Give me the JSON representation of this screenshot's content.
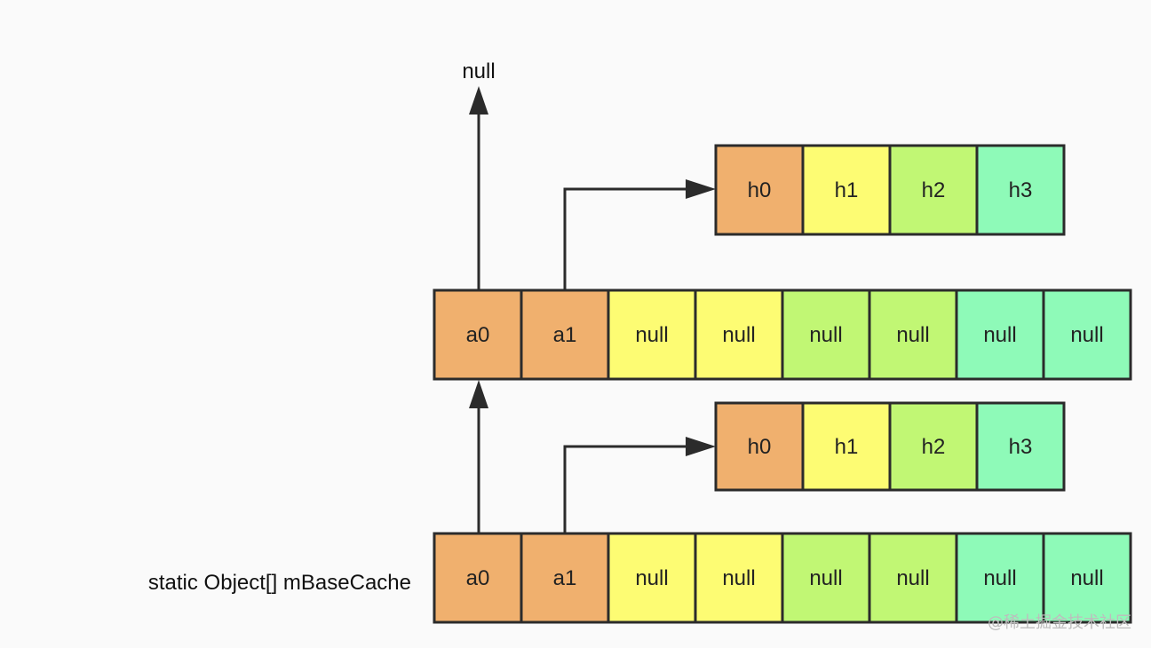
{
  "label": "static Object[] mBaseCache",
  "null_label": "null",
  "colors": {
    "orange": "#f0b06e",
    "yellow": "#fdfc73",
    "lightgreen": "#c1f774",
    "mint": "#8efab8",
    "line": "#2b2b2b"
  },
  "upper_hash_row": [
    {
      "text": "h0",
      "color": "orange"
    },
    {
      "text": "h1",
      "color": "yellow"
    },
    {
      "text": "h2",
      "color": "lightgreen"
    },
    {
      "text": "h3",
      "color": "mint"
    }
  ],
  "upper_array_row": [
    {
      "text": "a0",
      "color": "orange"
    },
    {
      "text": "a1",
      "color": "orange"
    },
    {
      "text": "null",
      "color": "yellow"
    },
    {
      "text": "null",
      "color": "yellow"
    },
    {
      "text": "null",
      "color": "lightgreen"
    },
    {
      "text": "null",
      "color": "lightgreen"
    },
    {
      "text": "null",
      "color": "mint"
    },
    {
      "text": "null",
      "color": "mint"
    }
  ],
  "lower_hash_row": [
    {
      "text": "h0",
      "color": "orange"
    },
    {
      "text": "h1",
      "color": "yellow"
    },
    {
      "text": "h2",
      "color": "lightgreen"
    },
    {
      "text": "h3",
      "color": "mint"
    }
  ],
  "lower_array_row": [
    {
      "text": "a0",
      "color": "orange"
    },
    {
      "text": "a1",
      "color": "orange"
    },
    {
      "text": "null",
      "color": "yellow"
    },
    {
      "text": "null",
      "color": "yellow"
    },
    {
      "text": "null",
      "color": "lightgreen"
    },
    {
      "text": "null",
      "color": "lightgreen"
    },
    {
      "text": "null",
      "color": "mint"
    },
    {
      "text": "null",
      "color": "mint"
    }
  ],
  "watermark": "@稀土掘金技术社区"
}
